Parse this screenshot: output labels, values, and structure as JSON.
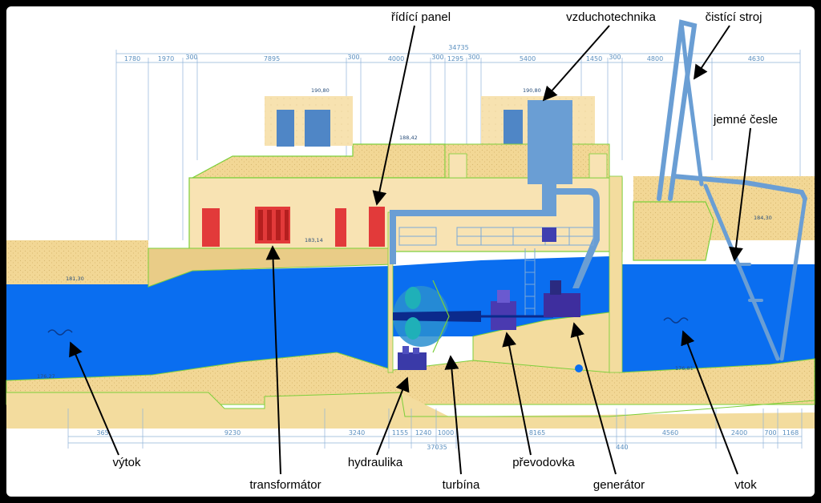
{
  "labels": {
    "ridici_panel": "řídící panel",
    "vzduchotechnika": "vzduchotechnika",
    "cistici_stroj": "čistící stroj",
    "jemne_cesle": "jemné česle",
    "vytok": "výtok",
    "transformator": "transformátor",
    "hydraulika": "hydraulika",
    "turbina": "turbína",
    "prevodovka": "převodovka",
    "generator": "generátor",
    "vtok": "vtok"
  },
  "top_dims": {
    "total": "34735",
    "d1": "1780",
    "d2": "1970",
    "d3": "300",
    "d4": "7895",
    "d5": "300",
    "d6": "4000",
    "d7": "300",
    "d8": "1295",
    "d9": "300",
    "d10": "5400",
    "d11": "1450",
    "d12": "300",
    "d13": "4800",
    "d14": "4630"
  },
  "bottom_dims": {
    "total": "37035",
    "b1": "365",
    "b2": "9230",
    "b3": "3240",
    "b4": "1155",
    "b5": "1240",
    "b6": "1000",
    "b7": "8165",
    "b8": "440",
    "b9": "4560",
    "b10": "2400",
    "b11": "700",
    "b12": "1168"
  },
  "levels": {
    "roof_left": "190,80",
    "roof_right": "190,80",
    "roof_mid": "188,42",
    "floor": "183,14",
    "tailwater": "181,30",
    "headwater": "184,30",
    "bottom_left": "176,27",
    "bottom_right": "176,81"
  },
  "colors": {
    "background": "#000000",
    "drawing_bg": "#ffffff",
    "water": "#0a6ef0",
    "concrete": "#f5deaa",
    "sand": "#e8cf8f",
    "equipment": "#6a9ed4",
    "transformer": "#e03030",
    "wall_outline": "#7ccf3a"
  }
}
